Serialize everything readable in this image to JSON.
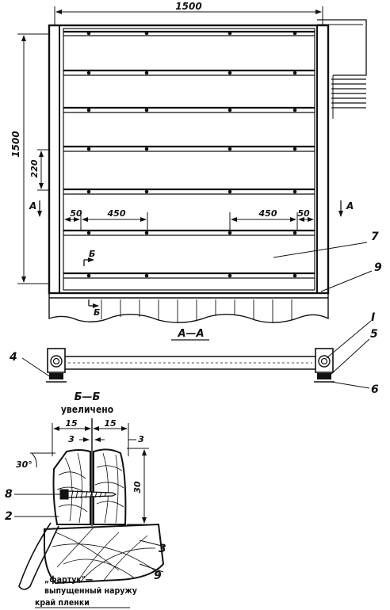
{
  "top_view": {
    "width_dim": "1500",
    "height_dim": "1500",
    "spacing_dim": "220",
    "left_margin_dim": "50",
    "left_gap_dim": "450",
    "right_gap_dim": "450",
    "right_margin_dim": "50",
    "section_a_left": "А",
    "section_a_right": "А",
    "section_b_top": "Б",
    "section_b_bottom": "Б"
  },
  "callouts": {
    "c7": "7",
    "c9": "9",
    "c1": "I",
    "c5": "5",
    "c4": "4",
    "c6": "6"
  },
  "section_aa": {
    "title": "А—А"
  },
  "section_bb": {
    "title": "Б—Б",
    "subtitle": "увеличено",
    "dim_15_left": "15",
    "dim_15_right": "15",
    "dim_3_left": "3",
    "dim_3_right": "3",
    "dim_30": "30",
    "angle": "30°",
    "c8": "8",
    "c2": "2",
    "c3": "3",
    "c9": "9",
    "note_line1": "„фартук\"—",
    "note_line2": "выпущенный наружу",
    "note_line3": "край пленки"
  },
  "colors": {
    "ink": "#111111",
    "paper": "#ffffff"
  }
}
